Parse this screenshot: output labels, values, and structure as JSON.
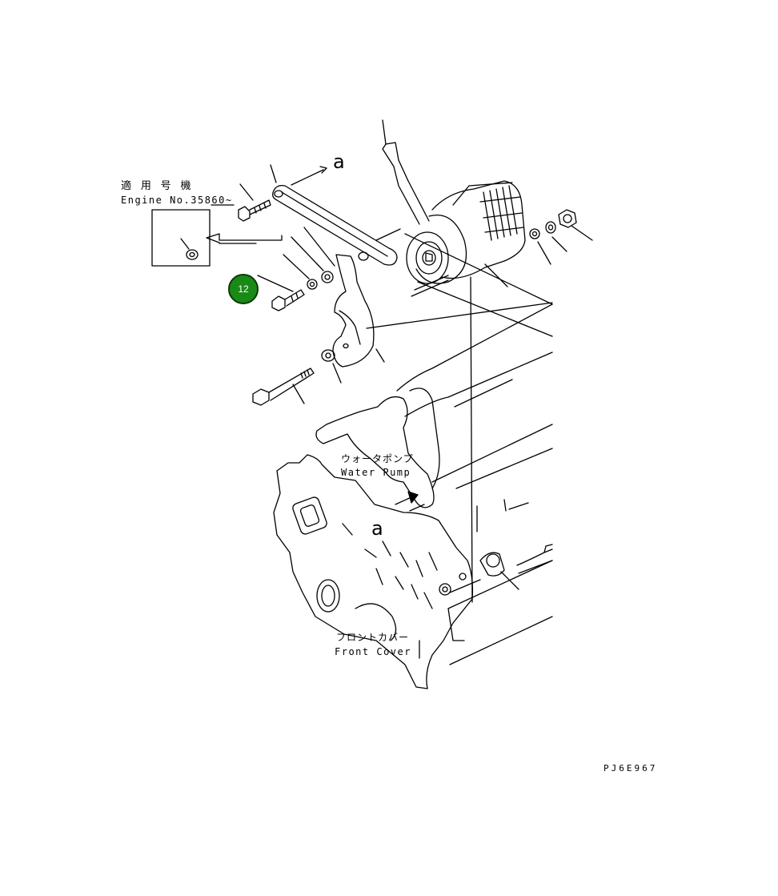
{
  "labels": {
    "applicable_jp": "適 用 号 機",
    "applicable_engine": "Engine No.35860~",
    "water_pump_jp": "ウォータポンプ",
    "water_pump_en": "Water Pump",
    "front_cover_jp": "フロントカバー",
    "front_cover_en": "Front Cover",
    "arrow_ref_top": "a",
    "arrow_ref_bottom": "a",
    "drawing_code": "PJ6E967"
  },
  "callouts": [
    {
      "number": "12",
      "color": "#1a8a16"
    }
  ]
}
